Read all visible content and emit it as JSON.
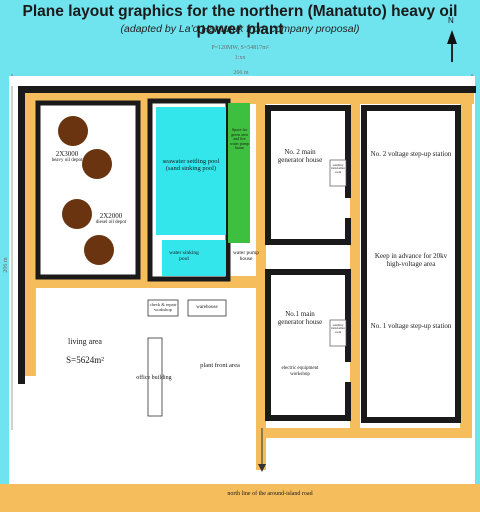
{
  "header": {
    "title": "Plane layout graphics for the northern (Manatuto) heavy oil power plant",
    "subtitle": "(adapted by La'o Hamutuk from company proposal)",
    "capacity_note": "P=120MW, S=54817m²",
    "scale_note": "1:xx"
  },
  "dimensions": {
    "width_label": "266 m",
    "height_label": "206 m"
  },
  "north_label": "N",
  "areas": {
    "fuel_depot_1": "2X3000",
    "fuel_depot_1_sub": "heavy oil depot",
    "fuel_depot_2": "2X2000",
    "fuel_depot_2_sub": "diesel oil depot",
    "pool": "seawater settling pool (sand sinking pool)",
    "garden": "Space for green area and fire water pump house",
    "water_pool": "water sinking pool",
    "water_pump": "water pump house",
    "gen2": "No. 2 main generator house",
    "gen1": "No.1 main generator house",
    "transformer_small": "auxiliary transformer room",
    "station2": "No. 2 voltage step-up station",
    "reserve": "Keep in advance for 20kv high-voltage area",
    "station1": "No. 1 voltage step-up station",
    "workshop": "check & repair workshop",
    "warehouse": "warehouse",
    "living": "living area",
    "living_area": "S=5624m²",
    "office": "office building",
    "plant_front": "plant front area",
    "electric_workshop": "electric equipment workshop",
    "road": "north line of the around-island road"
  },
  "colors": {
    "sky": "#6fe3ee",
    "road": "#f6bd5c",
    "wall": "#1a1a1a",
    "tank": "#6b3410",
    "pool": "#33e6ec",
    "garden": "#3fbf3f"
  }
}
